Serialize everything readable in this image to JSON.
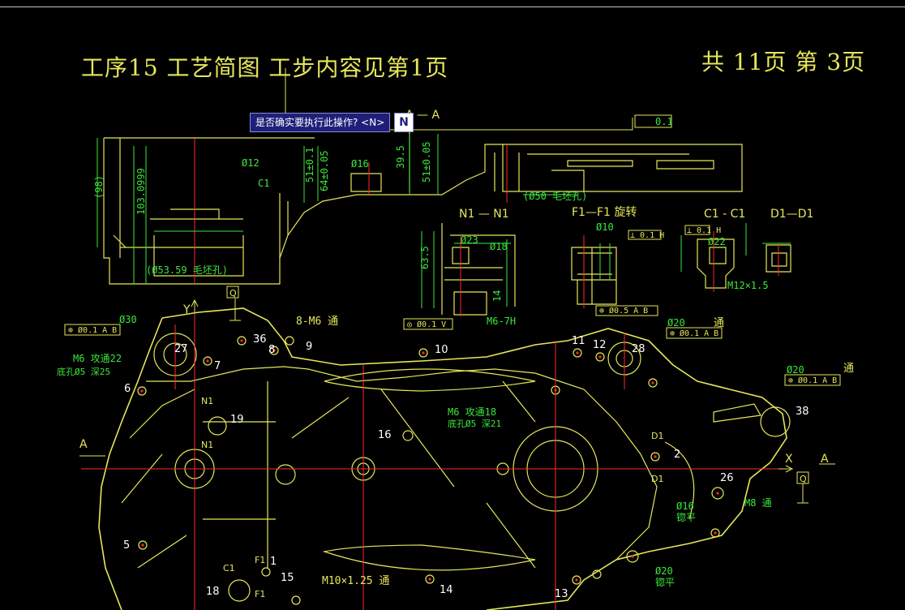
{
  "header": {
    "title_left": "工序15 工艺简图   工步内容见第1页",
    "title_right": "共 11页   第 3页"
  },
  "command": {
    "prompt": "是否确实要执行此操作? <N>",
    "input": "N"
  },
  "section_labels": {
    "a_a": "A  —  A",
    "n1_n1": "N1  —  N1",
    "f1_f1": "F1—F1 旋转",
    "c1_c1": "C1 - C1",
    "d1_d1": "D1—D1"
  },
  "dims": {
    "d12": "Ø12",
    "d16": "Ø16",
    "d51": "51±0.1",
    "d64": "64±0.05",
    "d51b": "51±0.05",
    "d395": "39.5",
    "d98": "(98)",
    "d1030": "103.0999",
    "d50": "(Ø50 毛坯孔)",
    "d53": "(Ø53.59 毛坯孔)",
    "flat": "0.1",
    "c1": "C1",
    "d23": "Ø23",
    "d18": "Ø18",
    "d635": "63.5",
    "d14": "14",
    "m6_7h": "M6-7H",
    "d10": "Ø10",
    "d22": "Ø22",
    "m12": "M12×1.5",
    "d20a": "Ø20",
    "d20b": "Ø20",
    "d30": "Ø30",
    "m8_6": "8-M6  通",
    "m6_22": "M6  攻通22",
    "m6_22_sub": "底孔Ø5 深25",
    "m6_18": "M6  攻通18",
    "m6_18_sub": "底孔Ø5 深21",
    "m8": "M8  通",
    "m10": "M10×1.25  通",
    "d16b": "Ø16",
    "d20c": "Ø20",
    "ping1": "锪平",
    "ping2": "锪平",
    "tong1": "通",
    "tong2": "通"
  },
  "fcf": {
    "f1": "⊕ Ø0.1 A B",
    "f2": "⊕ Ø0.1 A B",
    "f3": "⊕ Ø0.1 A B",
    "f4": "⊕ Ø0.5 A B",
    "f5": "◎ Ø0.1 V",
    "f6": "⊥ 0.1 H",
    "f7": "⊥ 0.1 H"
  },
  "datums": {
    "a_left": "A",
    "a_right": "A",
    "x_axis": "X",
    "y_axis": "Y",
    "q_top": "Q",
    "q_right": "Q",
    "n1a": "N1",
    "n1b": "N1",
    "d1a": "D1",
    "d1b": "D1",
    "c1": "C1",
    "f1a": "F1",
    "f1b": "F1"
  },
  "points": [
    "27",
    "7",
    "36",
    "8",
    "9",
    "10",
    "11",
    "12",
    "28",
    "6",
    "19",
    "16",
    "2",
    "38",
    "26",
    "5",
    "15",
    "18",
    "14",
    "13",
    "1"
  ],
  "colors": {
    "background": "#000000",
    "outline": "#e6e65a",
    "centerline": "#ff2a2a",
    "dimension": "#3ce63c",
    "white": "#ffffff",
    "prompt_bg": "#1f1f7a"
  }
}
